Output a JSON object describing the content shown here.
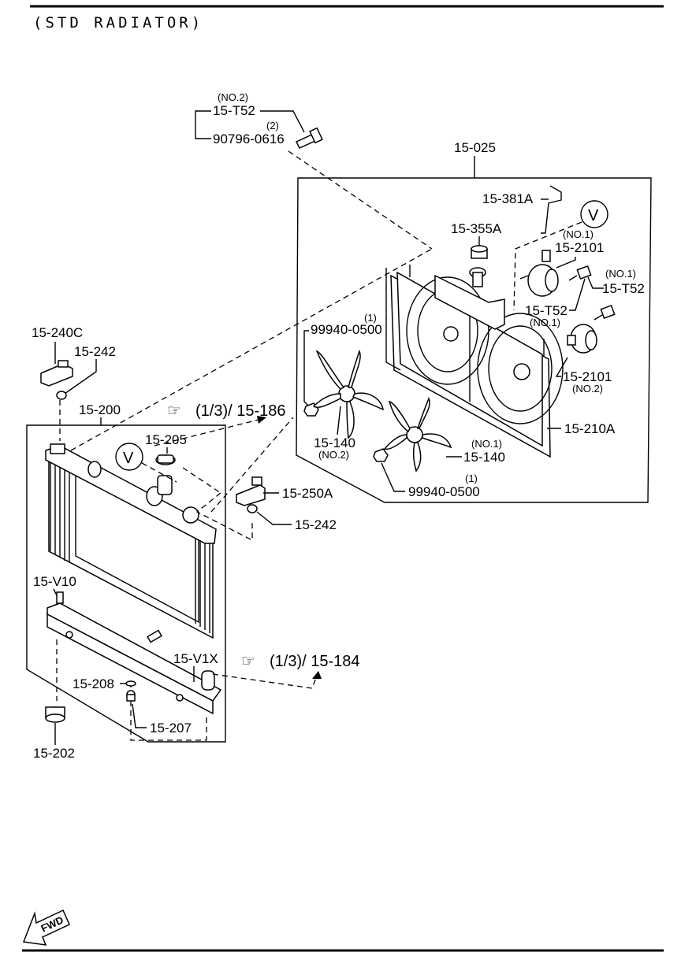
{
  "title": "(STD RADIATOR)",
  "labels": {
    "no2_top": "(NO.2)",
    "t52_top": "15-T52",
    "qty2": "(2)",
    "bolt_90796": "90796-0616",
    "fan_assy": "15-025",
    "pipe_381a": "15-381A",
    "cap_355a": "15-355A",
    "motor_no1_tag": "(NO.1)",
    "motor_2101_no1": "15-2101",
    "t52_no1_tag": "(NO.1)",
    "t52_right": "15-T52",
    "t52_mid": "15-T52",
    "t52_mid_tag": "(NO.1)",
    "qty1_a": "(1)",
    "nut_99940_a": "99940-0500",
    "motor_2101_no2": "15-2101",
    "motor_no2_tag": "(NO.2)",
    "shroud_210a": "15-210A",
    "fan_140_no2": "15-140",
    "fan_no2_tag": "(NO.2)",
    "fan_no1_tag": "(NO.1)",
    "fan_140_no1": "15-140",
    "qty1_b": "(1)",
    "nut_99940_b": "99940-0500",
    "bracket_240c": "15-240C",
    "cushion_242_top": "15-242",
    "radiator_200": "15-200",
    "ref_186": "(1/3)/ 15-186",
    "cap_205": "15-205",
    "bracket_250a": "15-250A",
    "cushion_242_right": "15-242",
    "v10": "15-V10",
    "v1x": "15-V1X",
    "ref_184": "(1/3)/ 15-184",
    "gasket_208": "15-208",
    "plug_207": "15-207",
    "drain_202": "15-202",
    "callout_v1": "V",
    "callout_v2": "V",
    "fwd": "FWD"
  },
  "icons": [
    "pointing-hand-icon",
    "fwd-arrow-icon"
  ]
}
